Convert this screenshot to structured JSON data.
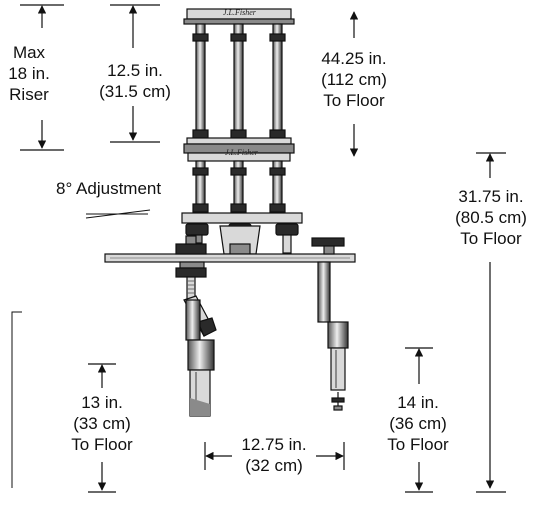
{
  "labels": {
    "max_riser": [
      "Max",
      "18 in.",
      "Riser"
    ],
    "riser_height": [
      "12.5 in.",
      "(31.5 cm)"
    ],
    "top_height": [
      "44.25 in.",
      "(112 cm)",
      "To Floor"
    ],
    "adjustment": "8° Adjustment",
    "table_height": [
      "31.75 in.",
      "(80.5 cm)",
      "To Floor"
    ],
    "left_leg": [
      "13 in.",
      "(33 cm)",
      "To Floor"
    ],
    "right_leg": [
      "14 in.",
      "(36 cm)",
      "To Floor"
    ],
    "width": [
      "12.75 in.",
      "(32 cm)"
    ]
  },
  "brand": {
    "top": "J.L.Fisher",
    "middle": "J.L.Fisher"
  },
  "colors": {
    "line": "#111111",
    "metal_dark": "#2a2a2a",
    "metal_light": "#d9d9d9",
    "shade": "#8a8a8a"
  }
}
